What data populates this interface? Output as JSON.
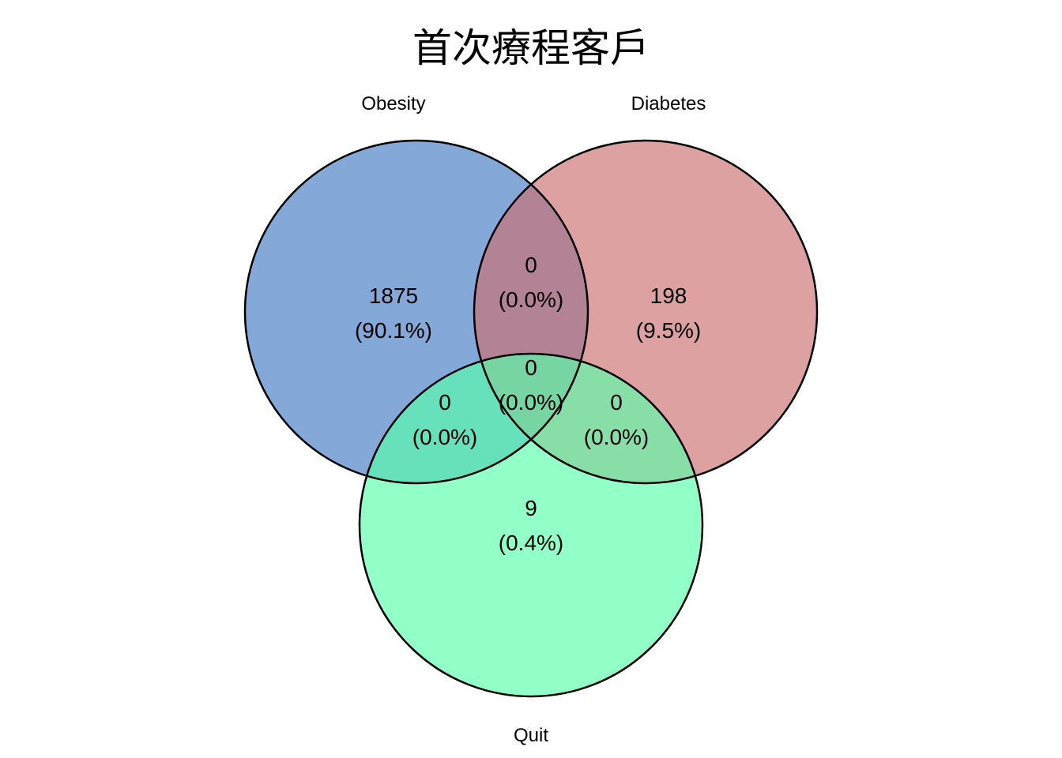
{
  "title": "首次療程客戶",
  "sets": [
    {
      "key": "obesity",
      "label": "Obesity",
      "color": "#5b8ccc"
    },
    {
      "key": "diabetes",
      "label": "Diabetes",
      "color": "#cc6e70"
    },
    {
      "key": "quit",
      "label": "Quit",
      "color": "#58ffab"
    }
  ],
  "regions": {
    "obesity_only": {
      "count": "1875",
      "pct": "(90.1%)"
    },
    "diabetes_only": {
      "count": "198",
      "pct": "(9.5%)"
    },
    "quit_only": {
      "count": "9",
      "pct": "(0.4%)"
    },
    "obesity_diabetes": {
      "count": "0",
      "pct": "(0.0%)"
    },
    "obesity_quit": {
      "count": "0",
      "pct": "(0.0%)"
    },
    "diabetes_quit": {
      "count": "0",
      "pct": "(0.0%)"
    },
    "all_three": {
      "count": "0",
      "pct": "(0.0%)"
    }
  }
}
